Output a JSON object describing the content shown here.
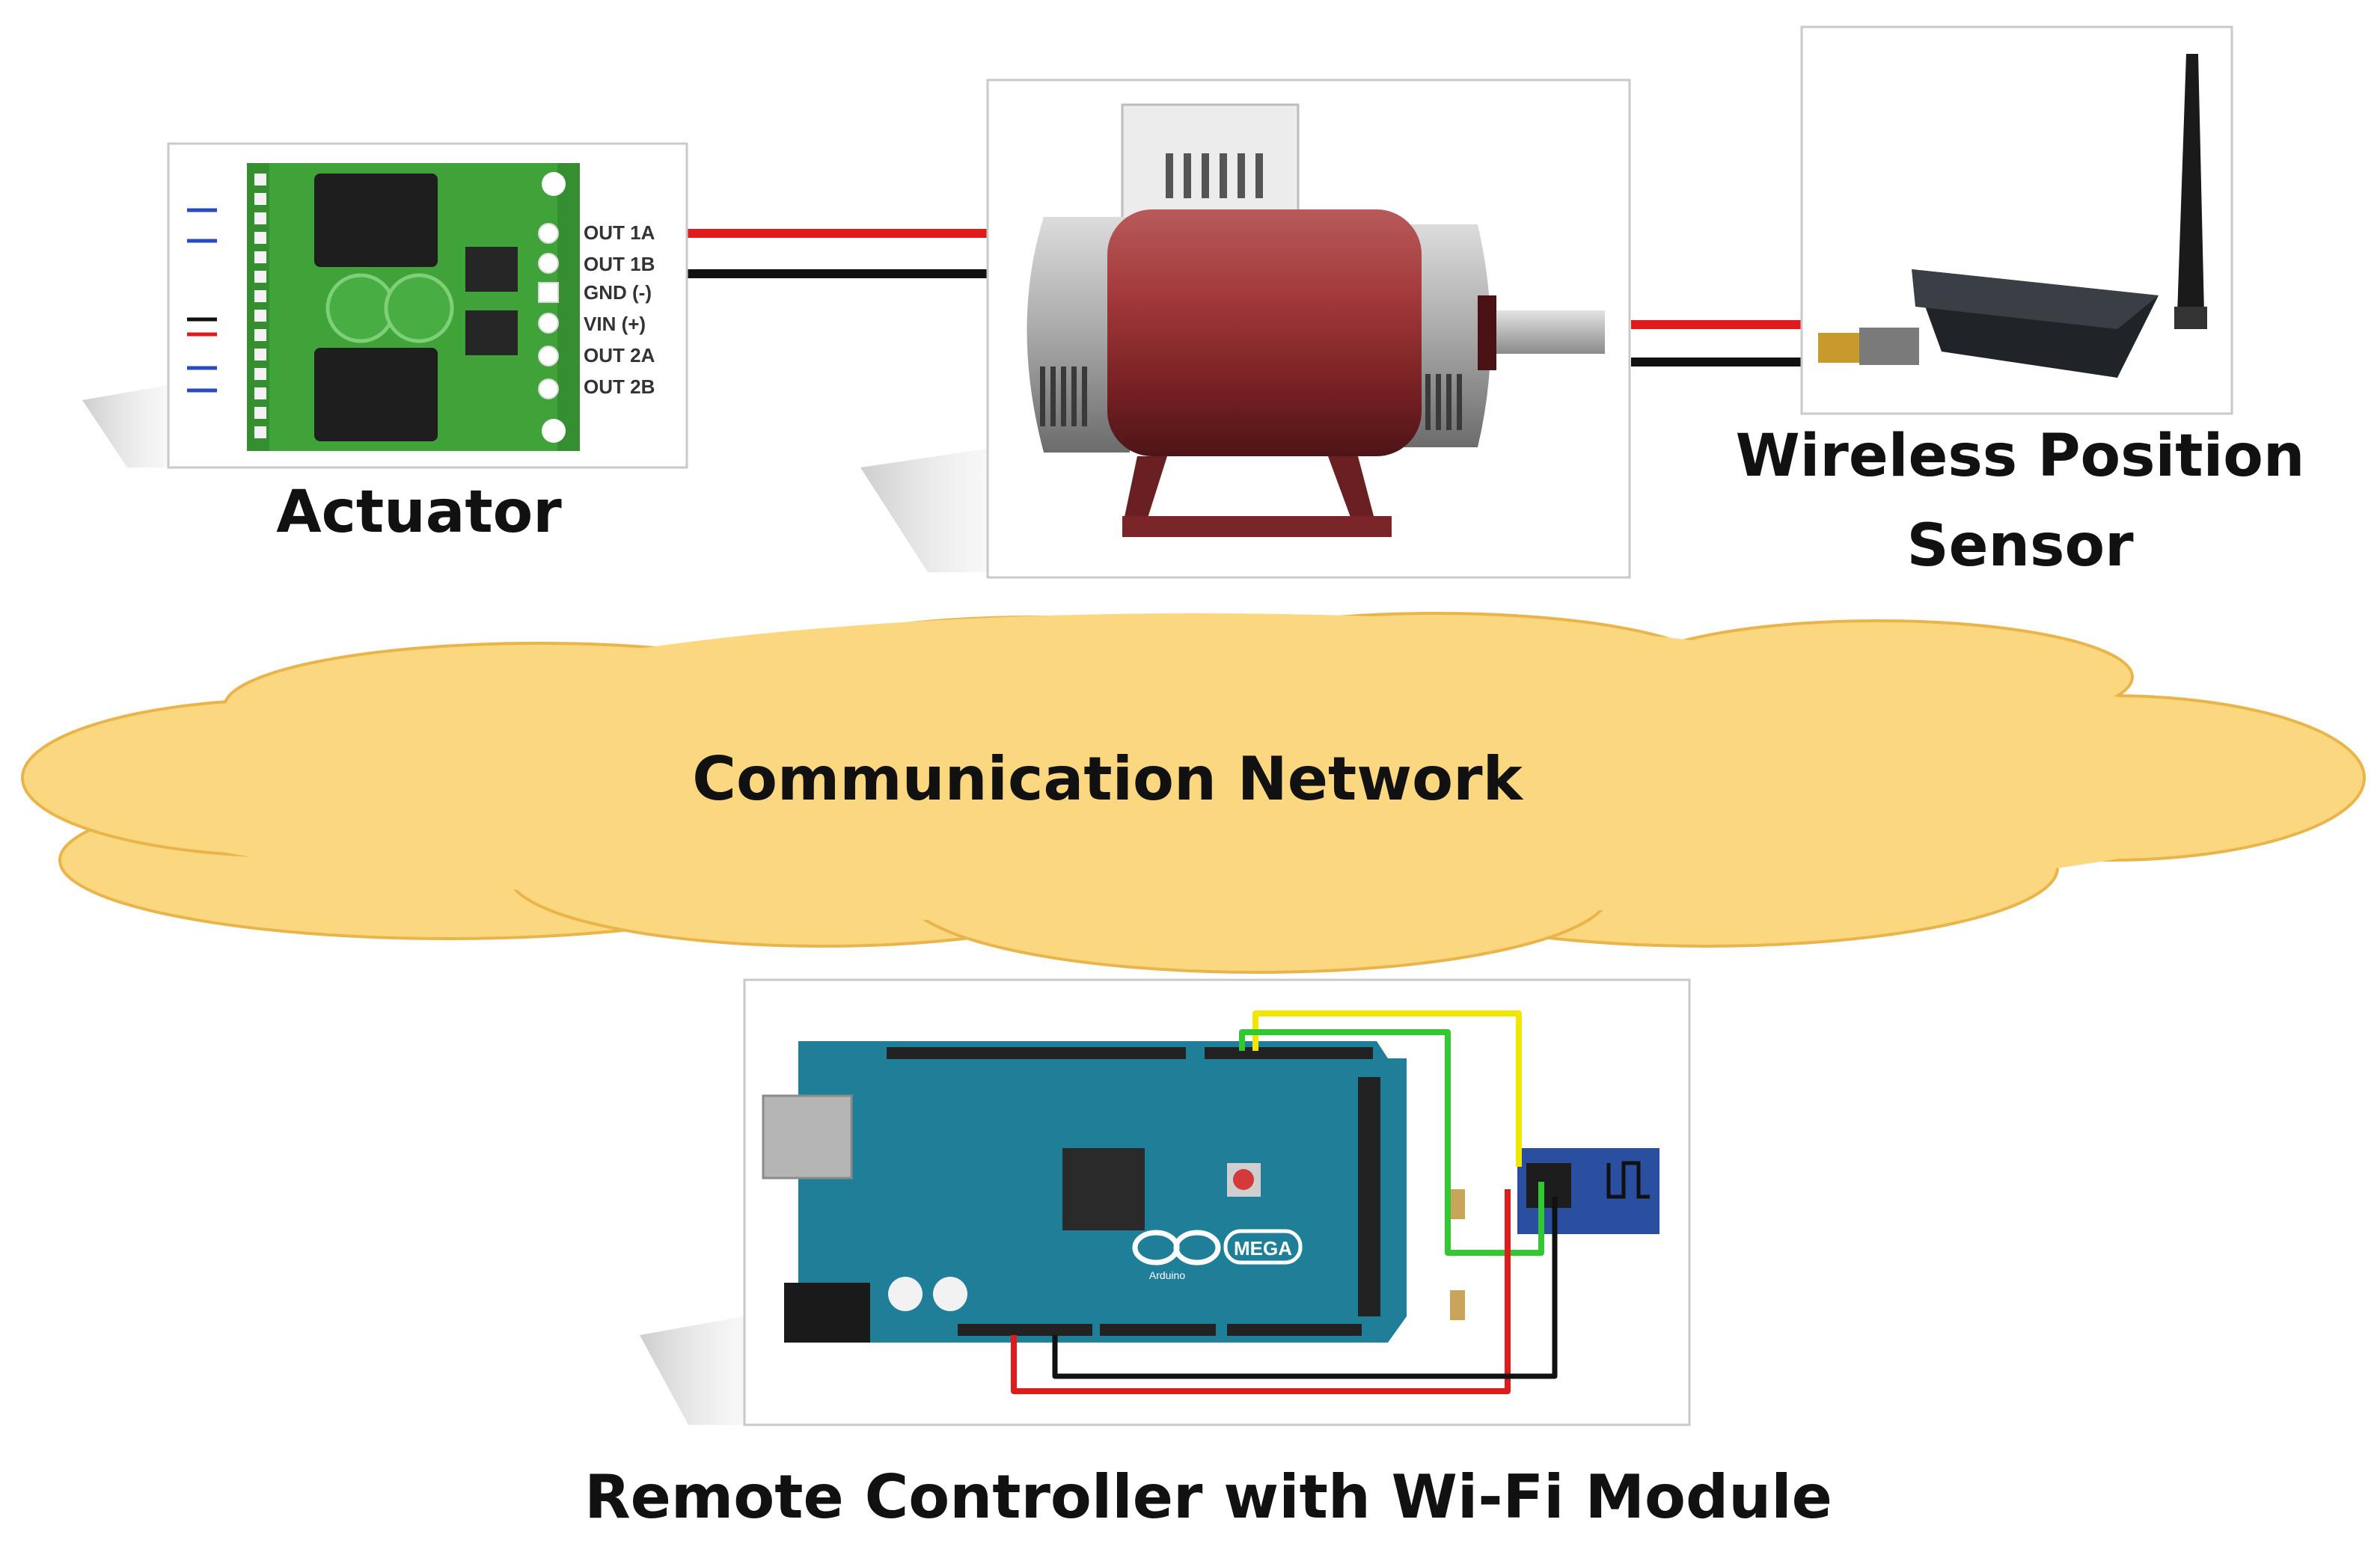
{
  "labels": {
    "actuator": "Actuator",
    "sensor_line1": "Wireless Position",
    "sensor_line2": "Sensor",
    "network": "Communication Network",
    "controller": "Remote Controller with Wi-Fi Module"
  },
  "driver_pins": [
    "OUT 1A",
    "OUT 1B",
    "GND (-)",
    "VIN (+)",
    "OUT 2A",
    "OUT 2B"
  ],
  "arduino_text": {
    "brand": "MEGA",
    "sub": "Arduino"
  },
  "colors": {
    "cloud_fill": "#fbd77f",
    "cloud_stroke": "#e9b54a",
    "wire_red": "#e01b1b",
    "wire_black": "#111111",
    "wire_yellow": "#f1e600",
    "wire_green": "#32c832",
    "pcb_green": "#3fa33a",
    "arduino_blue": "#1f7f99",
    "motor_red": "#8d2a2c",
    "esp_blue": "#2a4ea0"
  }
}
